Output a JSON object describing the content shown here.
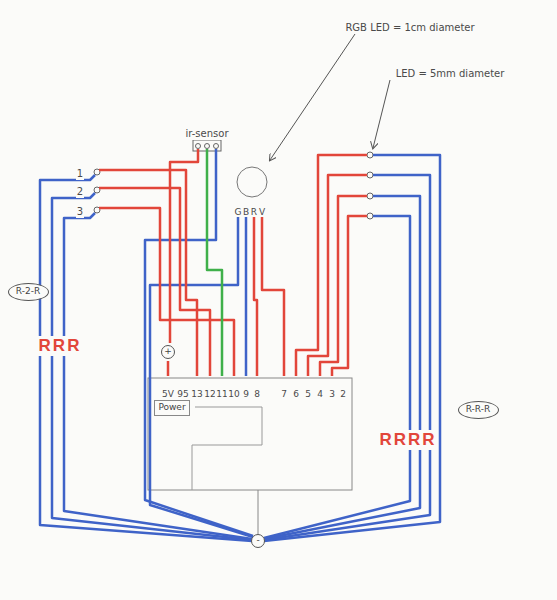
{
  "diagram": {
    "nodes": [
      {
        "text": [
          "R-2-R"
        ]
      },
      {
        "text": [
          "R-R-R"
        ]
      },
      {
        "text": [
          "Power"
        ]
      },
      {
        "text": [
          "+"
        ]
      },
      {
        "text": [
          "-"
        ]
      }
    ],
    "labels": [
      "RGB LED = 1cm diameter",
      "LED = 5mm diameter",
      "ir-sensor",
      "G",
      "B",
      "R",
      "V",
      "1",
      "2",
      "3",
      "RRR",
      "RRRR",
      "5V",
      "95",
      "13",
      "12",
      "11",
      "10",
      "9",
      "8",
      "7",
      "6",
      "5",
      "4",
      "3",
      "2"
    ]
  }
}
